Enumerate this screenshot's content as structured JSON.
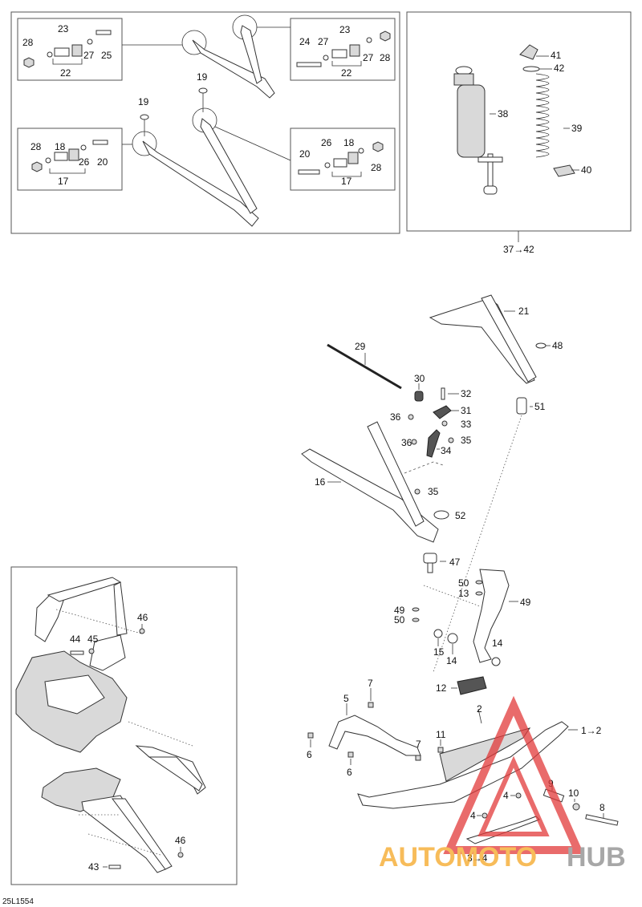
{
  "diagram_code": "25L1554",
  "watermark": {
    "text_orange": "AUTOMOTO",
    "text_grey": "HUB"
  },
  "shock_kit_label": "37→42",
  "ski_label": "1→2",
  "runner_label": "3→4",
  "colors": {
    "watermark_orange": "#f5a623",
    "watermark_red": "#e23a3a",
    "watermark_grey": "#8a8a8a",
    "line": "#333333"
  },
  "labels": {
    "n1": "28",
    "n2": "23",
    "n3": "27",
    "n4": "25",
    "n5": "22",
    "n6": "24",
    "n7": "27",
    "n8": "23",
    "n9": "27",
    "n10": "28",
    "n11": "22",
    "n12": "19",
    "n13": "19",
    "n14": "28",
    "n15": "18",
    "n16": "26",
    "n17": "20",
    "n18": "17",
    "n19": "20",
    "n20": "26",
    "n21": "18",
    "n22": "28",
    "n23": "17",
    "n24": "41",
    "n25": "42",
    "n26": "38",
    "n27": "39",
    "n28": "40",
    "n29": "21",
    "n30": "48",
    "n31": "29",
    "n32": "30",
    "n33": "32",
    "n34": "51",
    "n35": "36",
    "n36": "31",
    "n37": "33",
    "n38": "36",
    "n39": "35",
    "n40": "34",
    "n41": "16",
    "n42": "35",
    "n43": "52",
    "n44": "47",
    "n45": "49",
    "n46": "50",
    "n47": "13",
    "n48": "49",
    "n49": "50",
    "n50": "15",
    "n51": "14",
    "n52": "14",
    "n53": "12",
    "n54": "7",
    "n55": "5",
    "n56": "2",
    "n57": "11",
    "n58": "7",
    "n59": "6",
    "n60": "6",
    "n61": "9",
    "n62": "10",
    "n63": "8",
    "n64": "4",
    "n65": "4",
    "n66": "46",
    "n67": "44",
    "n68": "45",
    "n69": "46",
    "n70": "43"
  }
}
